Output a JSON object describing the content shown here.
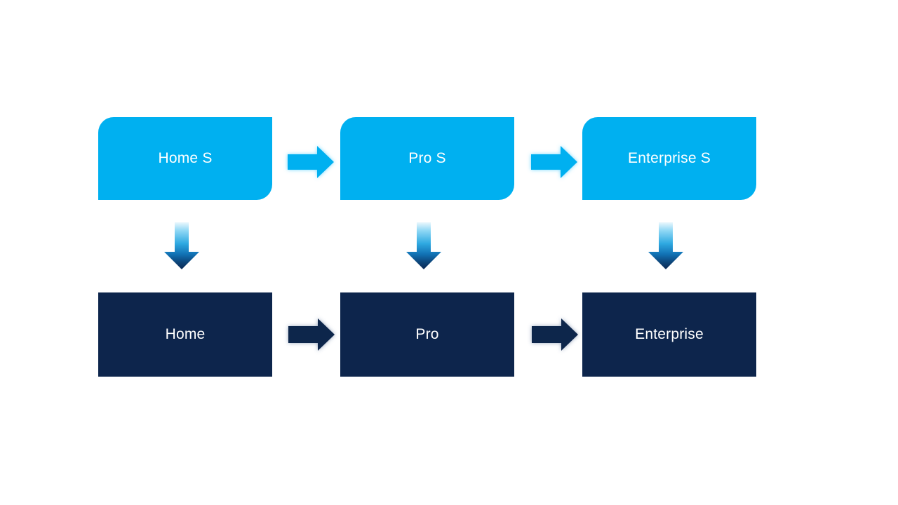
{
  "diagram": {
    "columns": [
      {
        "top_label": "Home S",
        "bottom_label": "Home"
      },
      {
        "top_label": "Pro S",
        "bottom_label": "Pro"
      },
      {
        "top_label": "Enterprise S",
        "bottom_label": "Enterprise"
      }
    ],
    "icons": {
      "right_arrow": "right-block-arrow",
      "down_arrow": "down-block-arrow-gradient"
    },
    "colors": {
      "background": "#FFFFFF",
      "top_box_fill": "#00B0F0",
      "bottom_box_fill": "#0D254C",
      "label_text": "#FFFFFF",
      "light_arrow_fill": "#00B0F0",
      "light_arrow_glow": "#6FD8FF",
      "dark_arrow_fill": "#0D254C",
      "dark_arrow_glow": "#3D5A86",
      "down_arrow_gradient": [
        "#EAF7FD",
        "#8ED7F5",
        "#2FA9E1",
        "#1171B4",
        "#0D4579",
        "#0B2853"
      ]
    }
  }
}
